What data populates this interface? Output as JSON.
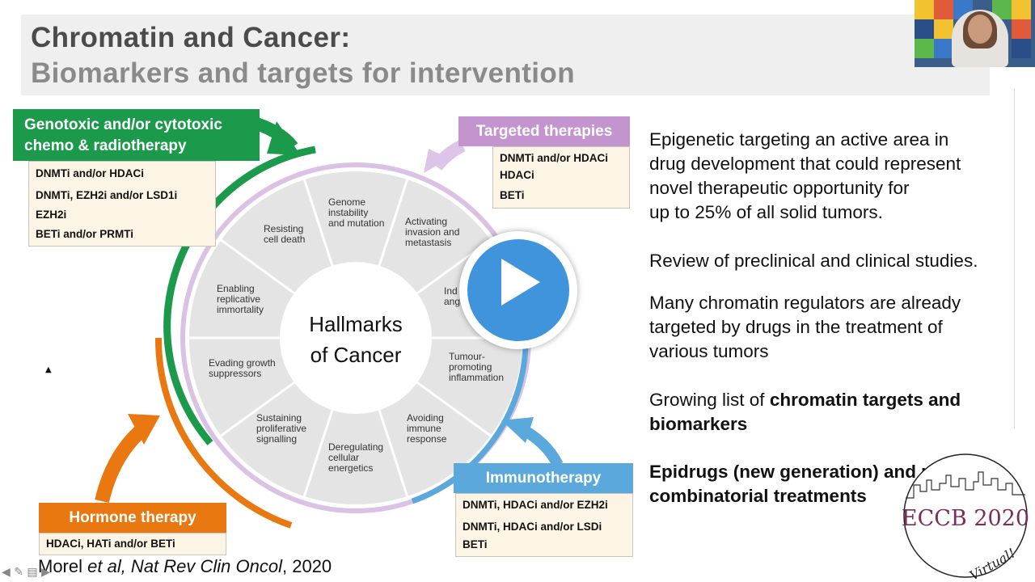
{
  "slide": {
    "title_line1": "Chromatin and Cancer:",
    "title_line2": "Biomarkers and targets for intervention",
    "citation_author": "Morel ",
    "citation_etal": "et al, Nat  Rev Clin Oncol",
    "citation_year": ", 2020"
  },
  "wheel": {
    "center_line1": "Hallmarks",
    "center_line2": "of Cancer",
    "hallmarks": [
      {
        "lines": [
          "Genome",
          "instability",
          "and mutation"
        ]
      },
      {
        "lines": [
          "Activating",
          "invasion and",
          "metastasis"
        ]
      },
      {
        "lines": [
          "Ind",
          "ang"
        ]
      },
      {
        "lines": [
          "Tumour-",
          "promoting",
          "inflammation"
        ]
      },
      {
        "lines": [
          "Avoiding",
          "immune",
          "response"
        ]
      },
      {
        "lines": [
          "Deregulating",
          "cellular",
          "energetics"
        ]
      },
      {
        "lines": [
          "Sustaining",
          "proliferative",
          "signalling"
        ]
      },
      {
        "lines": [
          "Evading growth",
          "suppressors"
        ]
      },
      {
        "lines": [
          "Enabling",
          "replicative",
          "immortality"
        ]
      },
      {
        "lines": [
          "Resisting",
          "cell death"
        ]
      }
    ]
  },
  "therapies": {
    "genotoxic": {
      "label_line1": "Genotoxic and/or cytotoxic",
      "label_line2": "chemo & radiotherapy",
      "color": "#1a9a4a",
      "drugs": [
        "DNMTi and/or HDACi",
        "DNMTi, EZH2i and/or LSD1i",
        "EZH2i",
        "BETi and/or PRMTi"
      ]
    },
    "targeted": {
      "label": "Targeted therapies",
      "color": "#c494cf",
      "drugs": [
        "DNMTi and/or HDACi",
        "HDACi",
        "BETi"
      ]
    },
    "immunotherapy": {
      "label": "Immunotherapy",
      "color": "#5aa8dc",
      "drugs": [
        "DNMTi, HDACi and/or EZH2i",
        "DNMTi, HDACi and/or LSDi",
        "BETi"
      ]
    },
    "hormone": {
      "label": "Hormone therapy",
      "color": "#e8780f",
      "drugs": [
        "HDACi, HATi and/or BETi"
      ]
    }
  },
  "bullets": {
    "b1": [
      "Epigenetic targeting an active area in",
      "drug development that could represent",
      "novel therapeutic opportunity for",
      "up to 25% of all solid tumors."
    ],
    "b2": "Review of preclinical and clinical studies.",
    "b3": [
      "Many chromatin regulators are already",
      "targeted by drugs in the treatment of",
      "various tumors"
    ],
    "b4_prefix": "Growing list of ",
    "b4_bold1": "chromatin targets and",
    "b4_bold2": "biomarkers",
    "b5_line1": "Epidrugs (new generation) and use in",
    "b5_line2": "combinatorial treatments"
  },
  "logo": {
    "text": "ECCB 2020",
    "tag": "Virtual!"
  },
  "player": {
    "play_icon": "play-icon",
    "controls_icons": [
      "prev-arrow-icon",
      "pen-icon",
      "slides-icon",
      "next-arrow-icon"
    ]
  }
}
